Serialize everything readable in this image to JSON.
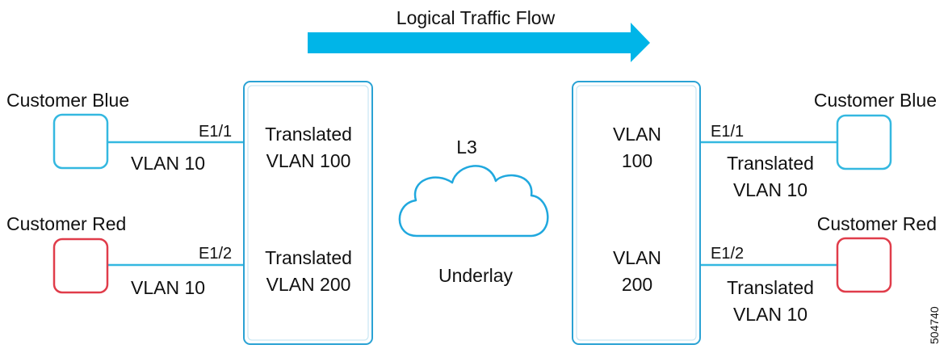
{
  "title": "Logical Traffic Flow",
  "colors": {
    "arrow": "#00b5e8",
    "blue": "#34b8e0",
    "red": "#e03c4a",
    "switch_border": "#2aa2d4",
    "cloud": "#20a8de"
  },
  "left": {
    "customer_blue": "Customer Blue",
    "customer_red": "Customer Red",
    "port_blue": "E1/1",
    "port_red": "E1/2",
    "vlan_blue": "VLAN 10",
    "vlan_red": "VLAN 10",
    "switch_top_line1": "Translated",
    "switch_top_line2": "VLAN 100",
    "switch_bottom_line1": "Translated",
    "switch_bottom_line2": "VLAN 200"
  },
  "cloud": {
    "top_label": "L3",
    "bottom_label": "Underlay"
  },
  "right": {
    "customer_blue": "Customer Blue",
    "customer_red": "Customer Red",
    "port_blue": "E1/1",
    "port_red": "E1/2",
    "switch_top_line1": "VLAN",
    "switch_top_line2": "100",
    "switch_bottom_line1": "VLAN",
    "switch_bottom_line2": "200",
    "vlan_blue_line1": "Translated",
    "vlan_blue_line2": "VLAN 10",
    "vlan_red_line1": "Translated",
    "vlan_red_line2": "VLAN 10"
  },
  "figure_id": "504740"
}
